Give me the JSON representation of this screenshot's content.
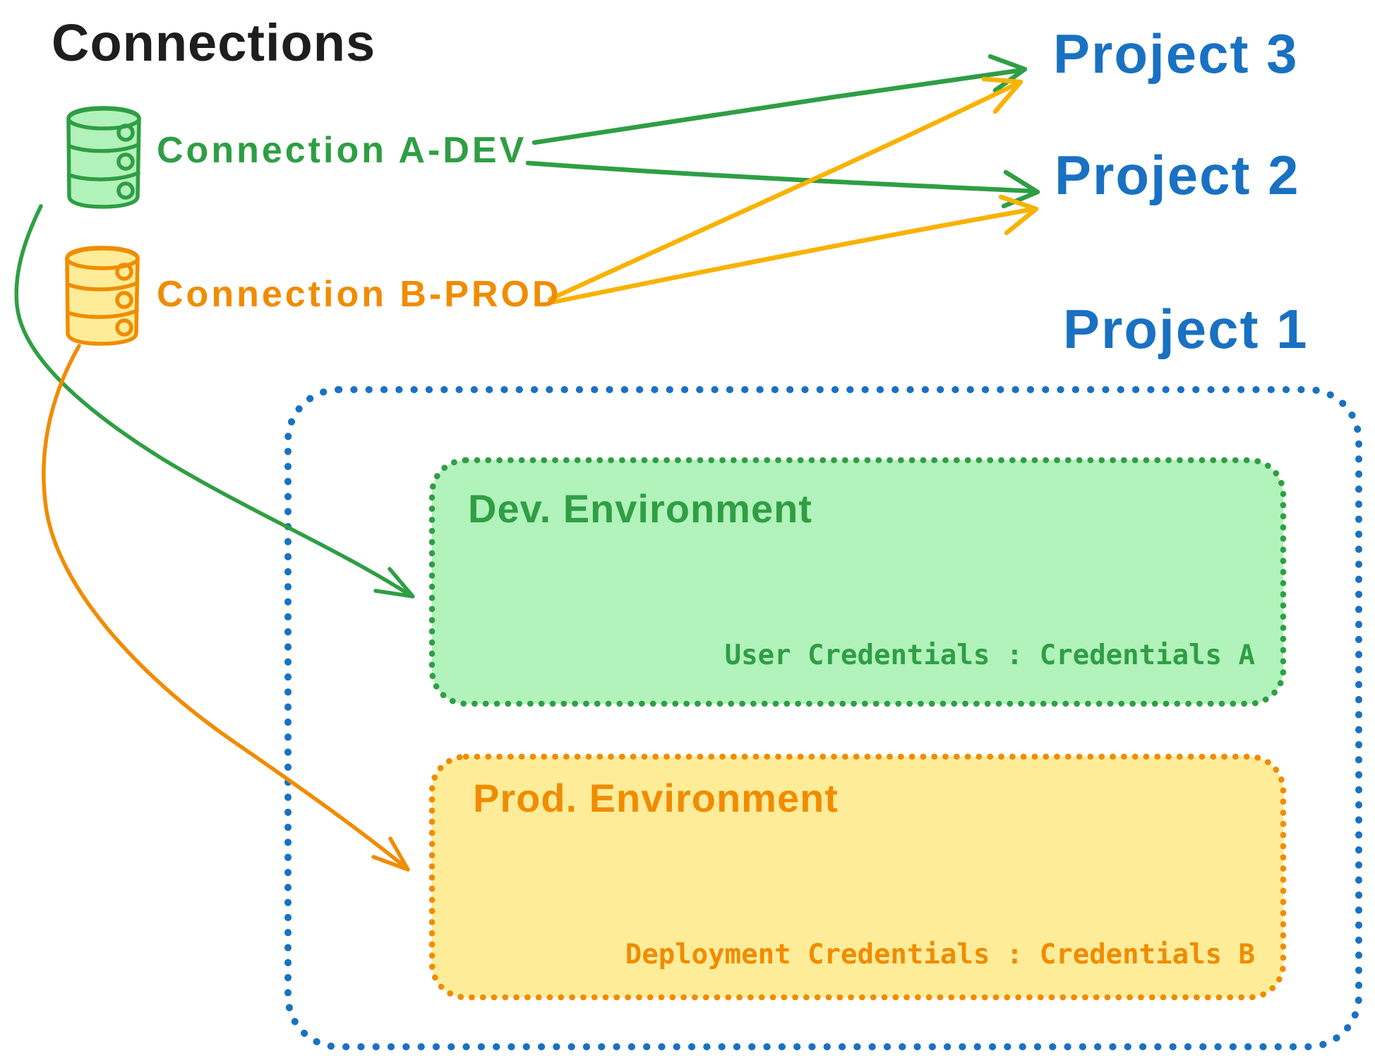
{
  "diagram": {
    "title": "Connections",
    "palette": {
      "ink": "#1e1e1e",
      "green": "#2f9e44",
      "green_fill": "#b2f2bb",
      "orange": "#f08c00",
      "orange_fill": "#ffec99",
      "blue": "#1971c2",
      "background": "#ffffff"
    },
    "connections": [
      {
        "label": "Connection A-DEV",
        "color": "#2f9e44",
        "icon": "database-icon"
      },
      {
        "label": "Connection B-PROD",
        "color": "#f08c00",
        "icon": "database-icon"
      }
    ],
    "projects": [
      {
        "label": "Project 3"
      },
      {
        "label": "Project 2"
      },
      {
        "label": "Project 1"
      }
    ],
    "project1_detail": {
      "environments": [
        {
          "name": "Dev. Environment",
          "credentials": "User Credentials : Credentials A",
          "color": "#2f9e44"
        },
        {
          "name": "Prod. Environment",
          "credentials": "Deployment Credentials : Credentials B",
          "color": "#f08c00"
        }
      ]
    },
    "arrows": [
      {
        "from": "Connection A-DEV",
        "to": "Project 3",
        "color": "#2f9e44"
      },
      {
        "from": "Connection A-DEV",
        "to": "Project 2",
        "color": "#2f9e44"
      },
      {
        "from": "Connection B-PROD",
        "to": "Project 3",
        "color": "#f08c00"
      },
      {
        "from": "Connection B-PROD",
        "to": "Project 2",
        "color": "#f08c00"
      },
      {
        "from": "Connection A-DEV",
        "to": "Dev. Environment",
        "color": "#2f9e44"
      },
      {
        "from": "Connection B-PROD",
        "to": "Prod. Environment",
        "color": "#f08c00"
      }
    ]
  }
}
